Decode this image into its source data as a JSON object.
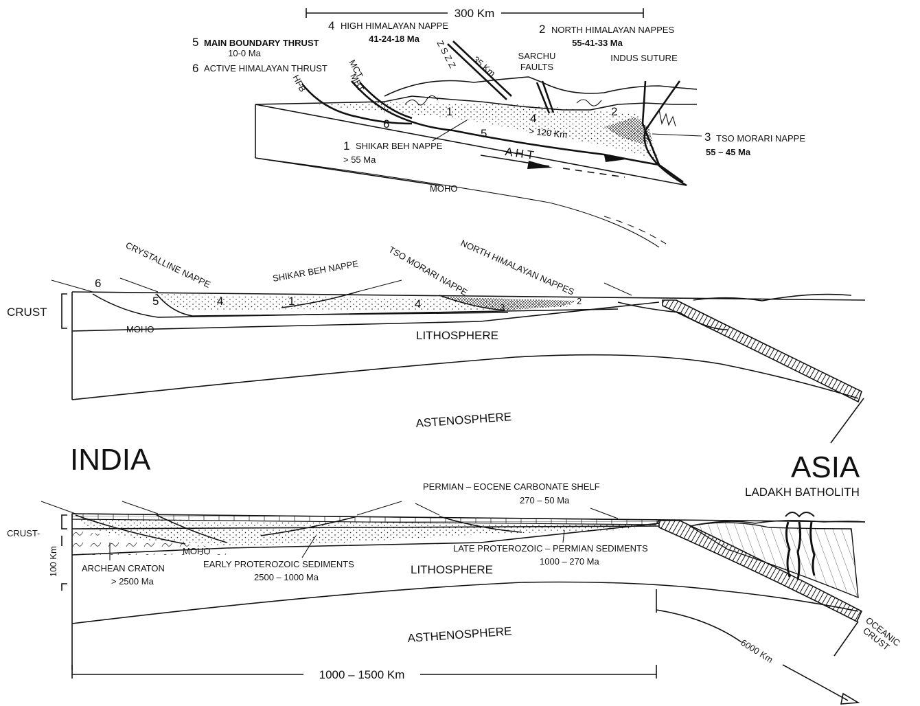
{
  "top_section": {
    "scale": "300 Km",
    "nappe_4": {
      "num": "4",
      "name": "HIGH HIMALAYAN NAPPE",
      "ages": "41-24-18 Ma"
    },
    "nappe_2": {
      "num": "2",
      "name": "NORTH HIMALAYAN NAPPES",
      "ages": "55-41-33 Ma"
    },
    "thrust_5": {
      "num": "5",
      "name": "MAIN BOUNDARY THRUST",
      "ages": "10-0 Ma"
    },
    "thrust_6": {
      "num": "6",
      "name": "ACTIVE HIMALAYAN THRUST"
    },
    "zszz": "Z S Z Z",
    "km35": "35 Km",
    "mct": "MCT",
    "mbt": "MBT",
    "hfb": "HFB",
    "sarchu": [
      "SARCHU",
      "FAULTS"
    ],
    "indus": "INDUS SUTURE",
    "nappe_3": {
      "num": "3",
      "name": "TSO MORARI NAPPE",
      "ages": "55 – 45 Ma"
    },
    "nappe_1": {
      "num": "1",
      "name": "SHIKAR BEH NAPPE",
      "ages": "> 55 Ma"
    },
    "km120": "> 120 Km",
    "aht": "A H T",
    "moho": "MOHO",
    "unit_nums": [
      "1",
      "2",
      "4",
      "5",
      "6"
    ]
  },
  "middle_section": {
    "crystalline": "CRYSTALLINE NAPPE",
    "shikar": "SHIKAR BEH NAPPE",
    "tso": "TSO MORARI NAPPE",
    "north": "NORTH HIMALAYAN NAPPES",
    "crust": "CRUST",
    "moho": "MOHO",
    "lithosphere": "LITHOSPHERE",
    "astenosphere": "ASTENOSPHERE",
    "unit_nums": [
      "6",
      "5",
      "4",
      "1",
      "4",
      "3",
      "2"
    ]
  },
  "india": "INDIA",
  "asia": "ASIA",
  "bottom_section": {
    "ladakh": "LADAKH BATHOLITH",
    "permian_eocene": "PERMIAN – EOCENE CARBONATE SHELF",
    "permian_eocene_age": "270 – 50 Ma",
    "crust": "CRUST-",
    "depth": "100 Km",
    "moho": "MOHO",
    "archean": "ARCHEAN CRATON",
    "archean_age": "> 2500 Ma",
    "early_prot": "EARLY PROTEROZOIC SEDIMENTS",
    "early_prot_age": "2500 – 1000 Ma",
    "lithosphere": "LITHOSPHERE",
    "late_prot": "LATE PROTEROZOIC – PERMIAN SEDIMENTS",
    "late_prot_age": "1000 – 270 Ma",
    "asthenosphere": "ASTHENOSPHERE",
    "oceanic": [
      "OCEANIC",
      "CRUST"
    ],
    "km6000": "6000 Km",
    "width": "1000 – 1500 Km"
  }
}
